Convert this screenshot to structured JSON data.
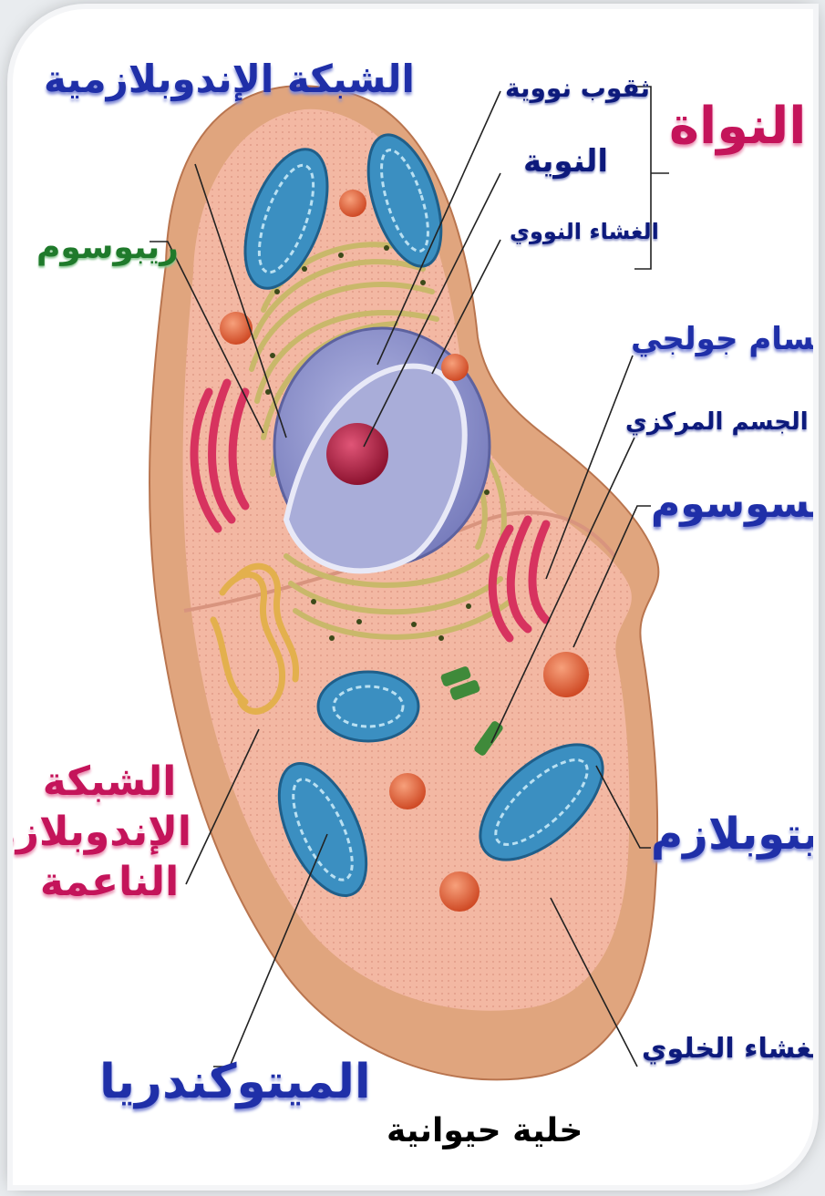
{
  "labels": {
    "er_rough": "الشبكة الإندوبلازمية",
    "ribosome": "ريبوسوم",
    "nuclear_pores": "ثقوب نووية",
    "nucleolus": "النوية",
    "nuclear_envelope": "الغشاء النووي",
    "nucleus": "النواة",
    "golgi": "اجسام جولجي",
    "centrosome": "الجسم المركزي",
    "lysosome": "الليسوسوم",
    "cytoplasm": "السيتوبلازم",
    "cell_membrane": "الغشاء الخلوي",
    "smooth_er": "الشبكة الإندوبلازمية الناعمة",
    "mitochondria": "الميتوكندريا",
    "title": "خلية حيوانية"
  },
  "colors": {
    "membrane_outer": "#e0a57e",
    "cytoplasm": "#f3b8a3",
    "nucleus": "#8f93c9",
    "nucleolus": "#b6233f",
    "mitochondria": "#3b8fc1",
    "golgi": "#d7335f",
    "lysosome": "#e06a3f",
    "rough_er": "#c8c073"
  }
}
